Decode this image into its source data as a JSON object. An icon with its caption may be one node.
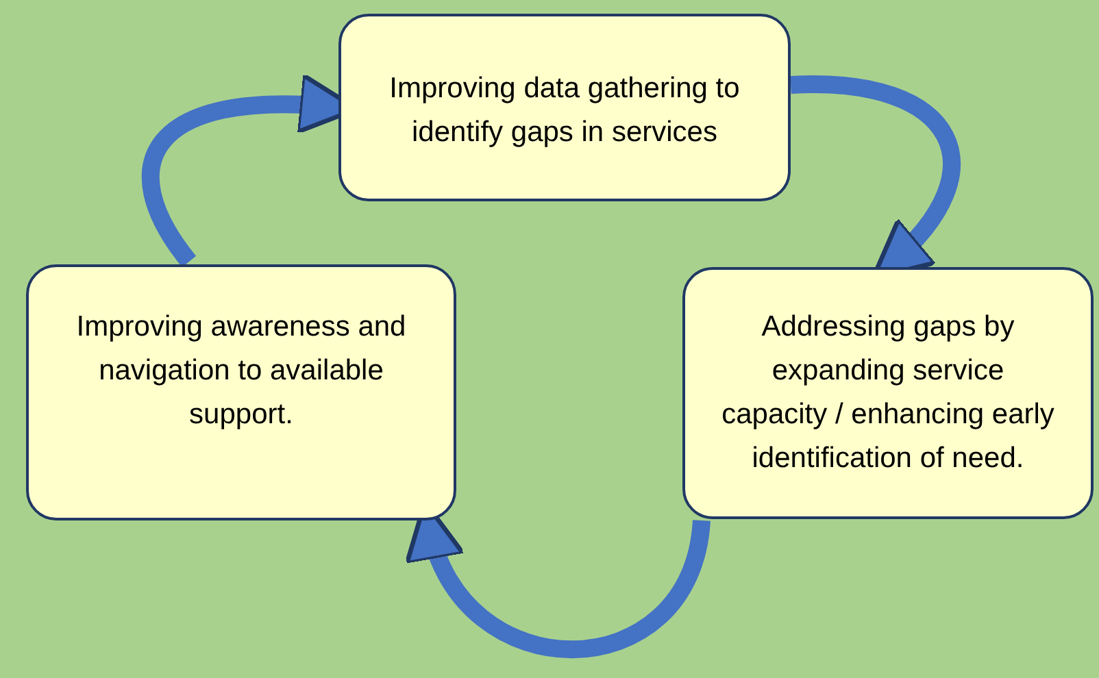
{
  "diagram": {
    "nodes": [
      {
        "text": [
          "Improving data gathering to identify gaps in services"
        ]
      },
      {
        "text": [
          "Addressing gaps by expanding service capacity / enhancing early identification of need."
        ]
      },
      {
        "text": [
          "Improving awareness and navigation to available support."
        ]
      }
    ],
    "edges": [
      {
        "from": 0,
        "to": 1,
        "arrow": "to"
      },
      {
        "from": 1,
        "to": 2,
        "arrow": "to"
      },
      {
        "from": 2,
        "to": 0,
        "arrow": "to"
      }
    ]
  }
}
